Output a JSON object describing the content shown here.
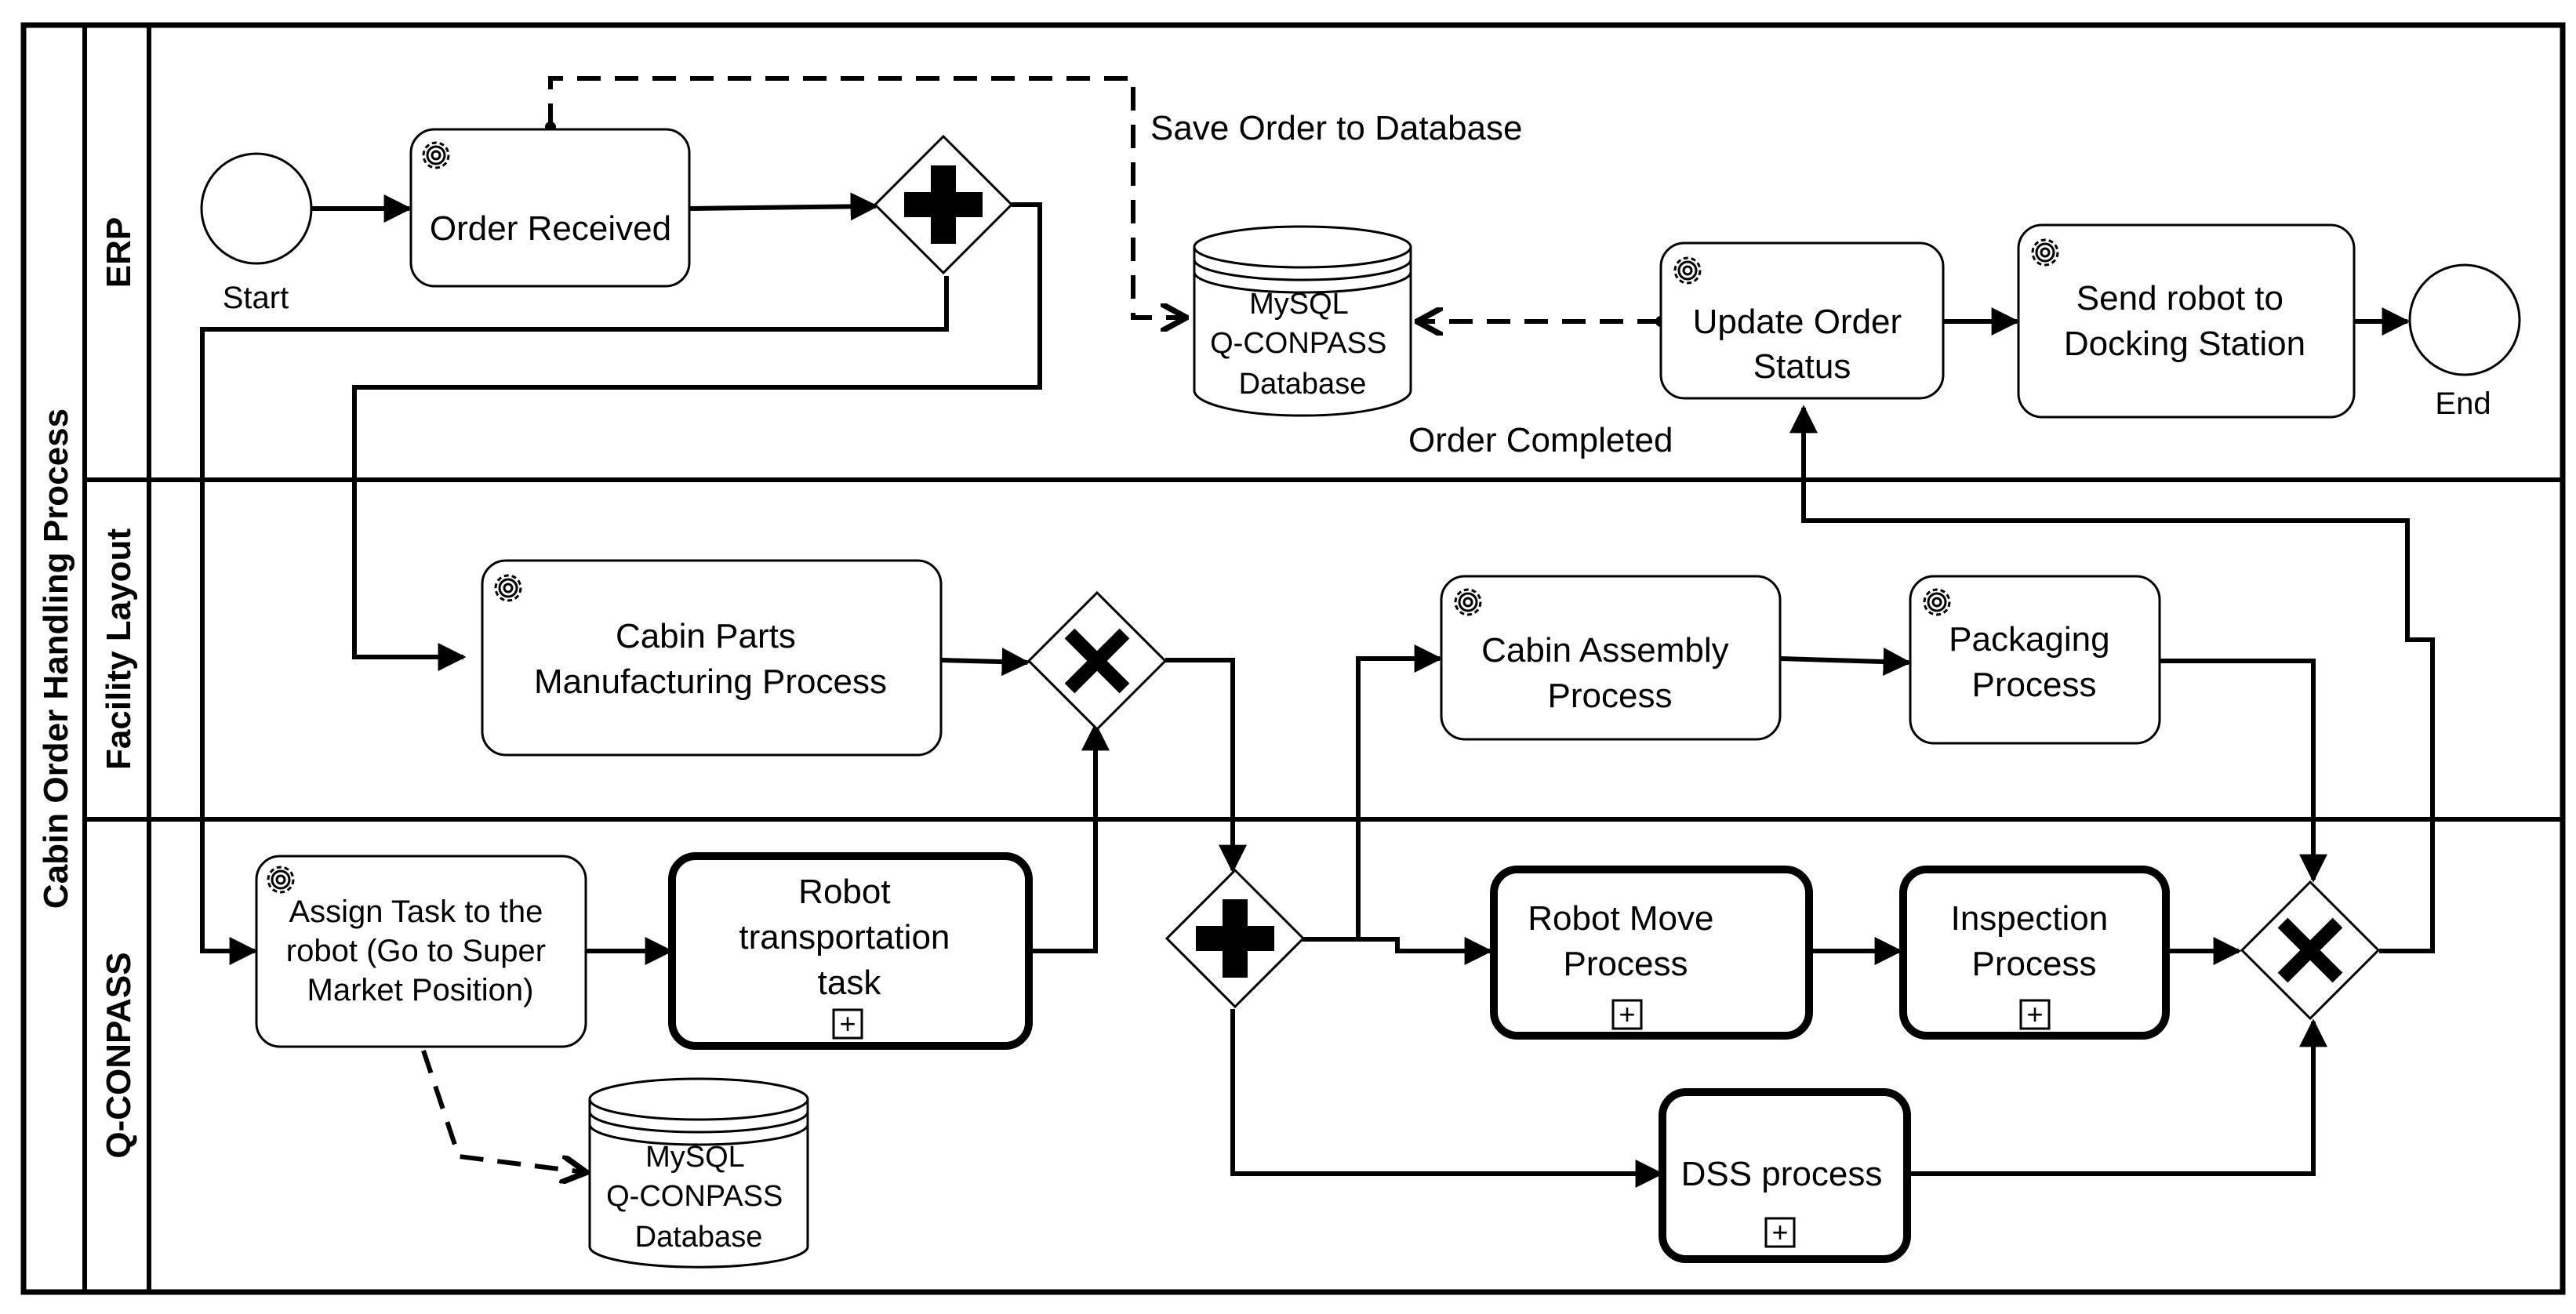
{
  "pool": {
    "title": "Cabin Order Handling Process"
  },
  "lanes": {
    "erp": "ERP",
    "facility": "Facility Layout",
    "qconpass": "Q-CONPASS"
  },
  "events": {
    "start": "Start",
    "end": "End"
  },
  "tasks": {
    "order_received": "Order Received",
    "update_order_status": [
      "Update Order",
      "Status"
    ],
    "send_robot": [
      "Send robot to",
      "Docking Station"
    ],
    "cabin_parts": [
      "Cabin Parts",
      "Manufacturing Process"
    ],
    "cabin_assembly": [
      "Cabin Assembly",
      "Process"
    ],
    "packaging": [
      "Packaging",
      "Process"
    ],
    "assign_task": [
      "Assign Task to the",
      "robot (Go to Super",
      "Market Position)"
    ],
    "robot_transport": [
      "Robot",
      "transportation",
      "task"
    ],
    "robot_move": [
      "Robot Move",
      "Process"
    ],
    "inspection": [
      "Inspection",
      "Process"
    ],
    "dss": "DSS process"
  },
  "databases": {
    "erp_db": [
      "MySQL",
      "Q-CONPASS",
      "Database"
    ],
    "qconpass_db": [
      "MySQL",
      "Q-CONPASS",
      "Database"
    ]
  },
  "labels": {
    "save_order": "Save Order to Database",
    "order_completed": "Order Completed"
  },
  "subprocess_marker": "+"
}
